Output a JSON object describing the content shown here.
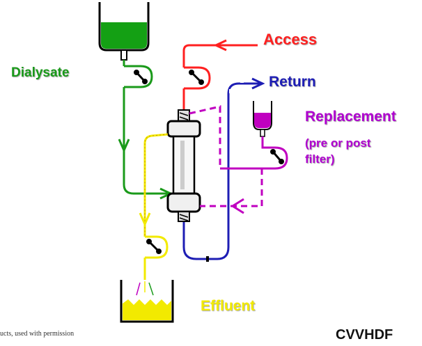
{
  "labels": {
    "dialysate": "Dialysate",
    "access": "Access",
    "return": "Return",
    "replacement": "Replacement",
    "replacement_note_1": "(pre or post",
    "replacement_note_2": "filter)",
    "effluent": "Effluent",
    "mode": "CVVHDF",
    "credit": "ucts, used with permission"
  },
  "colors": {
    "dialysate": "#1a9a1a",
    "access": "#ff2020",
    "return": "#1e1eb4",
    "replacement": "#b000d0",
    "effluent": "#f2ea00",
    "mode": "#111111"
  },
  "icons": [
    "dialysate-bag-icon",
    "replacement-bag-icon",
    "effluent-container-icon",
    "hemofilter-icon",
    "pump-icon"
  ]
}
